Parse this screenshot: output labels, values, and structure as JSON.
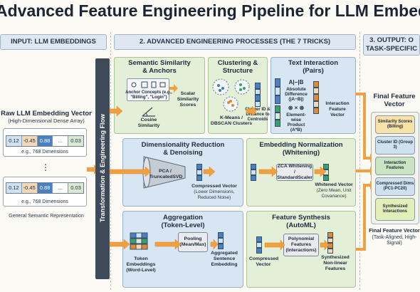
{
  "title": "Advanced Feature Engineering Pipeline for LLM Embeddings",
  "headers": {
    "input": "INPUT: LLM EMBEDDINGS",
    "process": "2. ADVANCED ENGINEERING PROCESSES (THE 7 TRICKS)",
    "output_line1": "3. OUTPUT: O",
    "output_line2": "TASK-SPECIFIC"
  },
  "input": {
    "title": "Raw LLM Embedding Vector",
    "subtitle": "(High-Dimensional Dense Array)",
    "vector_values": [
      "0.12",
      "-0.45",
      "0.88",
      "...",
      "0.03"
    ],
    "dims1": "e.g., 768 Dimensions",
    "ellipsis": "⋮",
    "dims2": "e.g., 768 Dimensions",
    "caption": "General Semantic Representation"
  },
  "flow_label": "Transformation & Engineering Flow",
  "semantic": {
    "title1": "Semantic Similarity",
    "title2": "& Anchors",
    "anchor_label": "Anchor Concepts (e.g., \"Billing\", \"Login\")",
    "cosine": "Cosine Similarity",
    "scores": "Scalar Similarity Scores"
  },
  "clustering": {
    "title1": "Clustering &",
    "title2": "Structure",
    "algo": "K-Means / DBSCAN Clusters",
    "out": "Cluster ID & Distance to Centroids"
  },
  "text_interaction": {
    "title1": "Text Interaction",
    "title2": "(Pairs)",
    "abs_symbol": "A|−|B",
    "abs_label": "Absolute Difference (|A−B|)",
    "prod_symbol": "⊗ × ⊗",
    "prod_label": "Element-wise Product (A*B)",
    "out": "Interaction Feature Vector"
  },
  "dim_reduction": {
    "title1": "Dimensionality Reduction",
    "title2": "& Denoising",
    "method": "PCA / TruncatedSVD",
    "out_title": "Compressed Vector",
    "out_sub": "(Lower Dimensions, Reduced Noise)"
  },
  "normalization": {
    "title1": "Embedding Normalization",
    "title2": "(Whitening)",
    "method": "ZCA Whitening / StandardScaler",
    "out_title": "Whitened Vector",
    "out_sub": "(Zero Mean, Unit Covariance)"
  },
  "aggregation": {
    "title1": "Aggregation",
    "title2": "(Token-Level)",
    "tokens": "Token Embeddings (Word-Level)",
    "pooling": "Pooling (Mean/Max)",
    "out": "Aggregated Sentence Embedding"
  },
  "synthesis": {
    "title1": "Feature Synthesis",
    "title2": "(AutoML)",
    "in": "Compressed Vector",
    "method": "Polynomial Features (Interactions)",
    "out": "Synthesized Non-linear Features"
  },
  "output": {
    "title": "Final Feature Vector",
    "items": [
      "Similarity Scores (Billing)",
      "Cluster ID (Group 3)",
      "Interaction Features",
      "Compressed Dims (PC1-PC20)",
      "Synthesized Interactions"
    ],
    "caption_title": "Final Feature Vector",
    "caption_sub": "(Task-Aligned, High-Signal)"
  },
  "colors": {
    "arrow": "#f0a040",
    "green_panel": "#e3efd7",
    "blue_panel": "#d8e6f3",
    "item_colors": [
      "#f7e3a8",
      "#cfe0ee",
      "#c9e3c3",
      "#cfe0ee",
      "#e3efb9"
    ]
  }
}
